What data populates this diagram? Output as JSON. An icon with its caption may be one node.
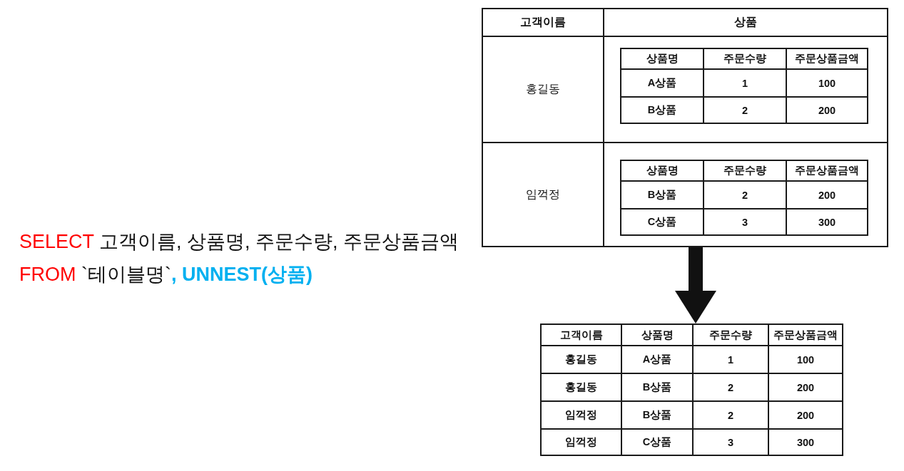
{
  "diagram": {
    "nodes": [
      {
        "text": [
          "고객이름",
          "상품",
          "홍길동",
          "임꺽정"
        ]
      },
      {
        "text": [
          "상품명",
          "주문수량",
          "주문상품금액",
          "A상품",
          "1",
          "100",
          "B상품",
          "2",
          "200"
        ],
        "in": 0
      },
      {
        "text": [
          "상품명",
          "주문수량",
          "주문상품금액",
          "B상품",
          "2",
          "200",
          "C상품",
          "3",
          "300"
        ],
        "in": 0
      },
      {
        "text": [
          "고객이름",
          "상품명",
          "주문수량",
          "주문상품금액",
          "홍길동",
          "A상품",
          "1",
          "100",
          "홍길동",
          "B상품",
          "2",
          "200",
          "임꺽정",
          "B상품",
          "2",
          "200",
          "임꺽정",
          "C상품",
          "3",
          "300"
        ]
      }
    ],
    "edges": [
      {
        "from": 0,
        "to": 3,
        "arrow": "to"
      }
    ],
    "labels": [
      "SELECT 고객이름, 상품명, 주문수량, 주문상품금액",
      "FROM `테이블명`**, UNNEST(상품)**"
    ]
  }
}
